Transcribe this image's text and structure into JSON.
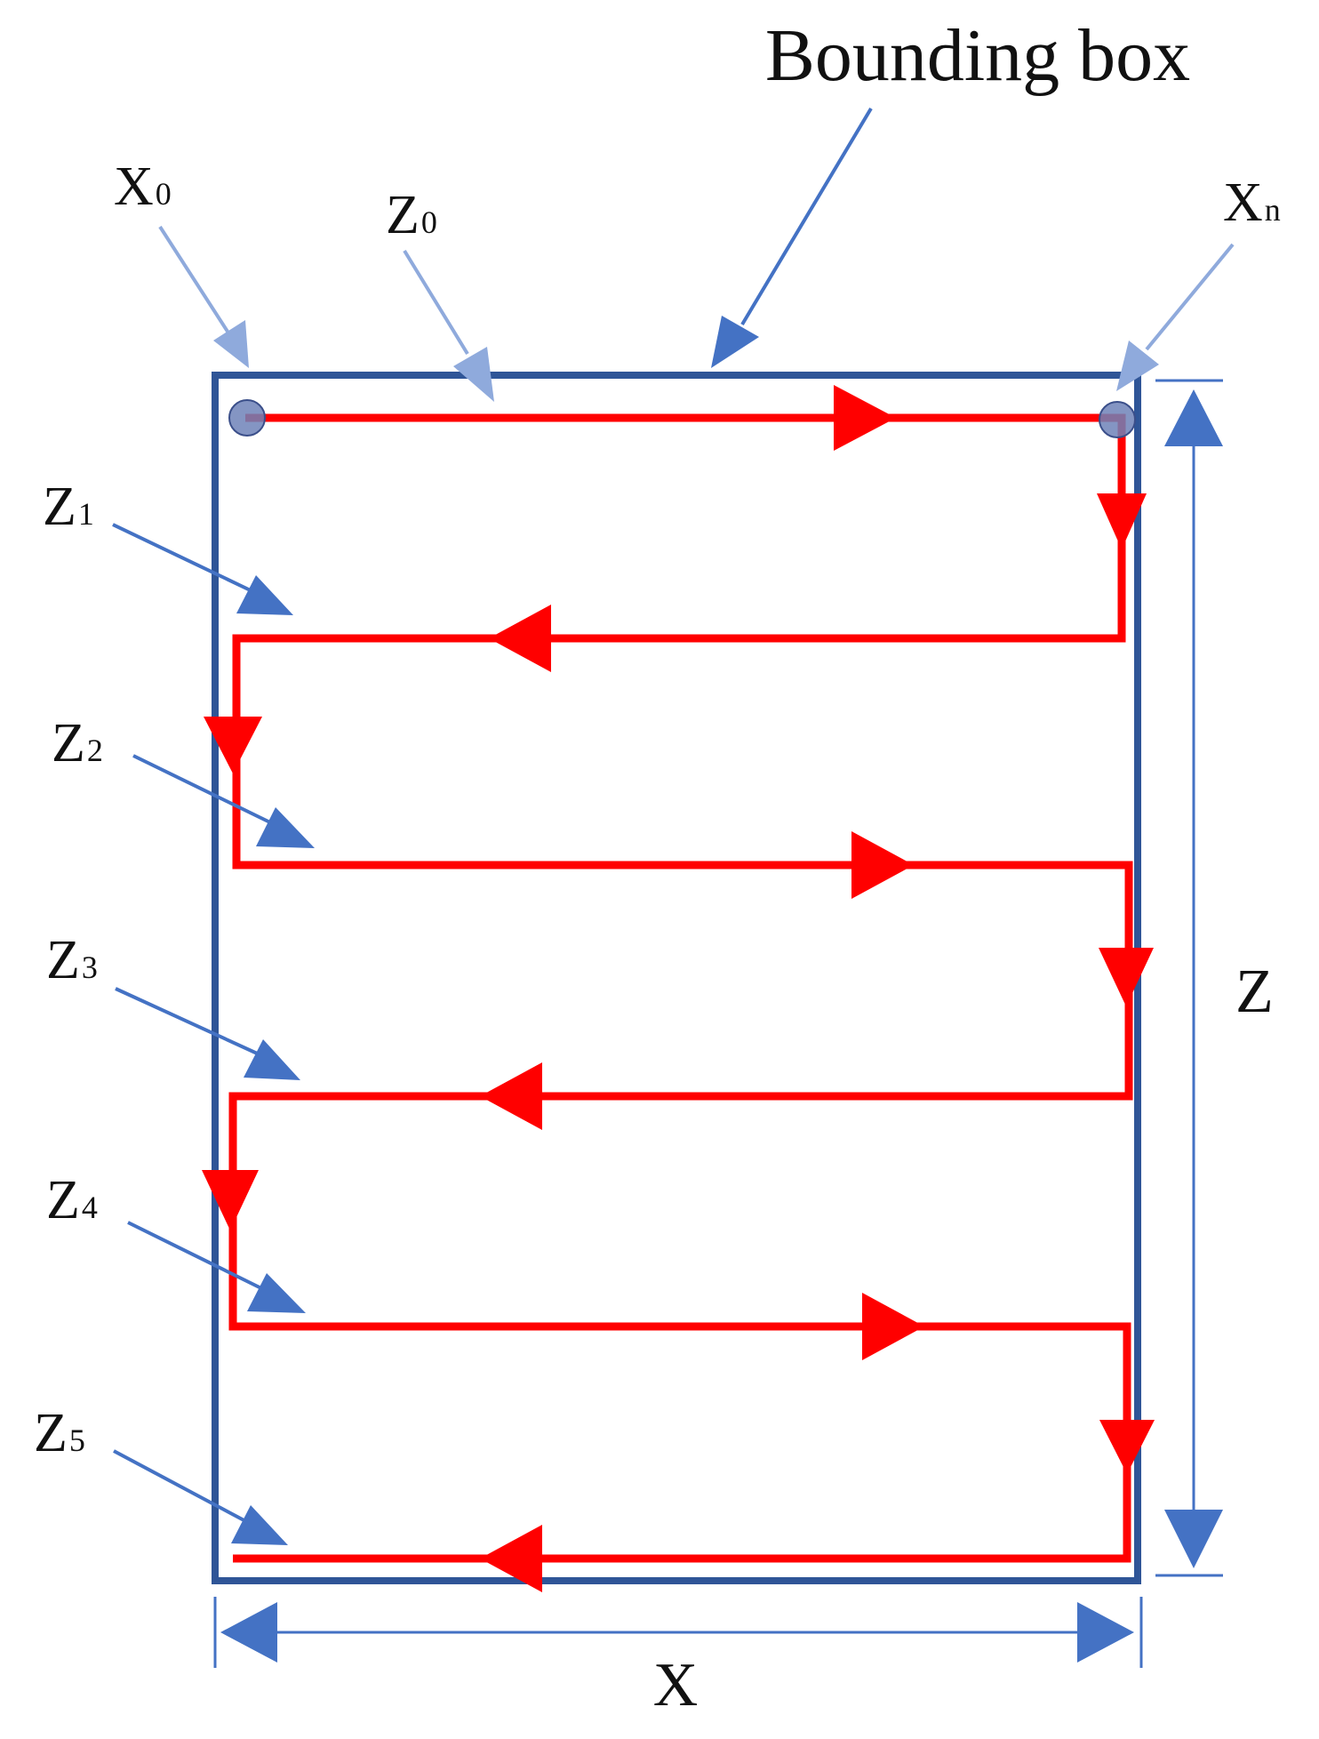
{
  "title": "Bounding box",
  "labels": {
    "x0": {
      "base": "X",
      "sub": "0"
    },
    "xn": {
      "base": "X",
      "sub": "n"
    },
    "z0": {
      "base": "Z",
      "sub": "0"
    },
    "z1": {
      "base": "Z",
      "sub": "1"
    },
    "z2": {
      "base": "Z",
      "sub": "2"
    },
    "z3": {
      "base": "Z",
      "sub": "3"
    },
    "z4": {
      "base": "Z",
      "sub": "4"
    },
    "z5": {
      "base": "Z",
      "sub": "5"
    },
    "x_dim": "X",
    "z_dim": "Z"
  },
  "colors": {
    "box": "#2f5597",
    "path": "#ff0000",
    "pointer": "#4472c4",
    "pointer_light": "#8faadc",
    "dimension": "#4472c4",
    "point": "#6f82b8"
  },
  "icons": [
    "pointer-arrow",
    "dimension-arrow",
    "path-direction-arrow",
    "corner-point"
  ]
}
